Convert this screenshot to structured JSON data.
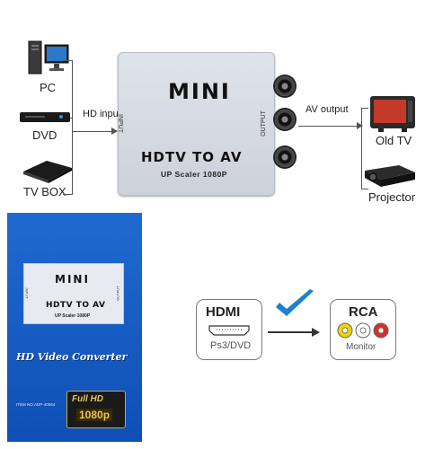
{
  "inputs": {
    "heading": "HD input",
    "items": [
      {
        "label": "PC",
        "icon": "pc-icon"
      },
      {
        "label": "DVD",
        "icon": "dvd-player-icon"
      },
      {
        "label": "TV BOX",
        "icon": "tv-box-icon"
      }
    ]
  },
  "outputs": {
    "heading": "AV output",
    "items": [
      {
        "label": "Old TV",
        "icon": "tv-icon"
      },
      {
        "label": "Projector",
        "icon": "projector-icon"
      }
    ]
  },
  "device": {
    "brand": "MINI",
    "title": "HDTV TO AV",
    "subtitle": "UP Scaler 1080P",
    "input_port_label": "INPUT",
    "output_port_label": "OUTPUT"
  },
  "package": {
    "brand": "MINI",
    "title": "HDTV TO AV",
    "subtitle": "UP Scaler 1080P",
    "side_label": "INPUT",
    "side_label_right": "OUTPUT",
    "product_name": "HD Video Converter",
    "item_no": "ITEM NO:ADP-40064",
    "badge_top": "Full HD",
    "badge_bottom": "1080p"
  },
  "conversion": {
    "source_title": "HDMI",
    "source_caption": "Ps3/DVD",
    "target_title": "RCA",
    "target_caption": "Monitor",
    "rca_colors": [
      "#f2d400",
      "#ffffff",
      "#e02a2a"
    ],
    "check_color": "#1f7fd6"
  }
}
